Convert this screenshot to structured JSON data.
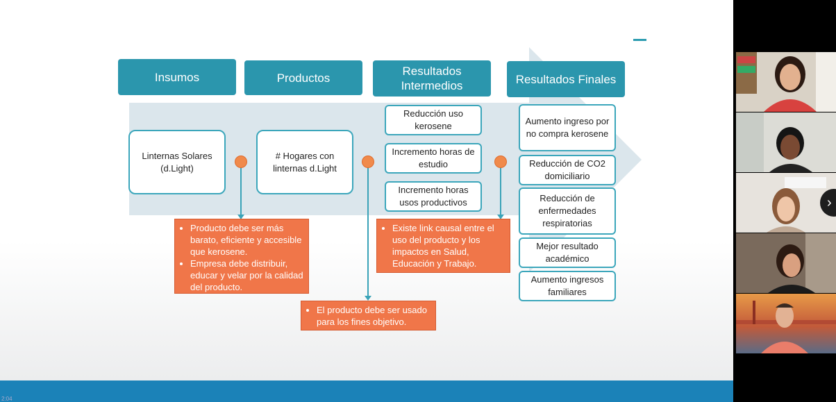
{
  "slide": {
    "headers": [
      "Insumos",
      "Productos",
      "Resultados Intermedios",
      "Resultados Finales"
    ],
    "insumo": "Linternas Solares (d.Light)",
    "producto": "# Hogares con linternas d.Light",
    "intermedios": [
      "Reducción uso kerosene",
      "Incremento horas de estudio",
      "Incremento horas usos productivos"
    ],
    "finales": [
      "Aumento ingreso por no compra kerosene",
      "Reducción de CO2 domiciliario",
      "Reducción de enfermedades respiratorias",
      "Mejor resultado académico",
      "Aumento ingresos familiares"
    ],
    "supuestos1": [
      "Producto debe ser más barato, eficiente y accesible que kerosene.",
      "Empresa debe distribuir, educar y velar por la calidad del producto."
    ],
    "supuestos2": [
      "El producto debe ser usado para los fines objetivo."
    ],
    "supuestos3": [
      "Existe link causal entre el uso del producto y los impactos en Salud, Educación y Trabajo."
    ],
    "page_number": "2:04"
  },
  "video_panel": {
    "participants": [
      "participant-1",
      "participant-2",
      "participant-3",
      "participant-4",
      "participant-5"
    ],
    "next_label": "›"
  },
  "colors": {
    "header": "#2b96ad",
    "assumption": "#f07649",
    "bar": "#1b82b8"
  }
}
